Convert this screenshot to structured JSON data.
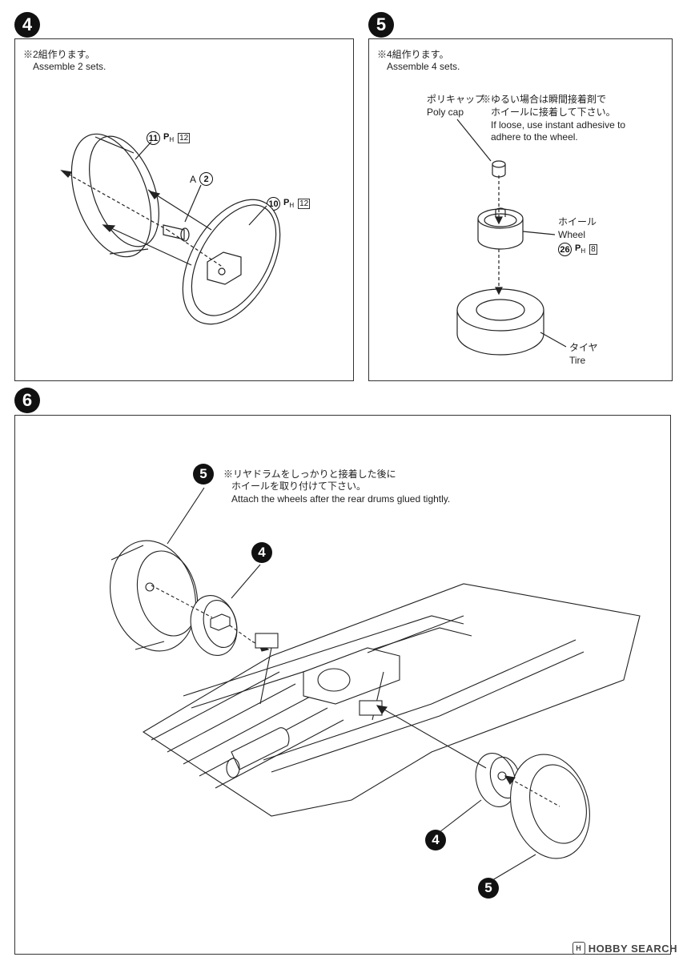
{
  "step4": {
    "number": "4",
    "note_jp": "※2組作ります。",
    "note_en": "Assemble 2 sets.",
    "part_a": {
      "letter": "A",
      "num": "2"
    },
    "part_11": {
      "num": "11",
      "tag": "P",
      "sub": "H",
      "ref": "12"
    },
    "part_10": {
      "num": "10",
      "tag": "P",
      "sub": "H",
      "ref": "12"
    }
  },
  "step5": {
    "number": "5",
    "note_jp": "※4組作ります。",
    "note_en": "Assemble 4 sets.",
    "polycap_jp": "ポリキャップ",
    "polycap_en": "Poly cap",
    "adhesive_jp_1": "※ゆるい場合は瞬間接着剤で",
    "adhesive_jp_2": "ホイールに接着して下さい。",
    "adhesive_en_1": "If loose, use instant adhesive to",
    "adhesive_en_2": "adhere to the wheel.",
    "wheel_jp": "ホイール",
    "wheel_en": "Wheel",
    "wheel_part": {
      "num": "26",
      "tag": "P",
      "sub": "H",
      "ref": "8"
    },
    "tire_jp": "タイヤ",
    "tire_en": "Tire"
  },
  "step6": {
    "number": "6",
    "ref5": "5",
    "ref4": "4",
    "note_jp_1": "※リヤドラムをしっかりと接着した後に",
    "note_jp_2": "ホイールを取り付けて下さい。",
    "note_en": "Attach the wheels after the rear drums glued tightly.",
    "ref4_bottom": "4",
    "ref5_bottom": "5"
  },
  "watermark": {
    "icon": "H",
    "text": "HOBBY SEARCH"
  }
}
